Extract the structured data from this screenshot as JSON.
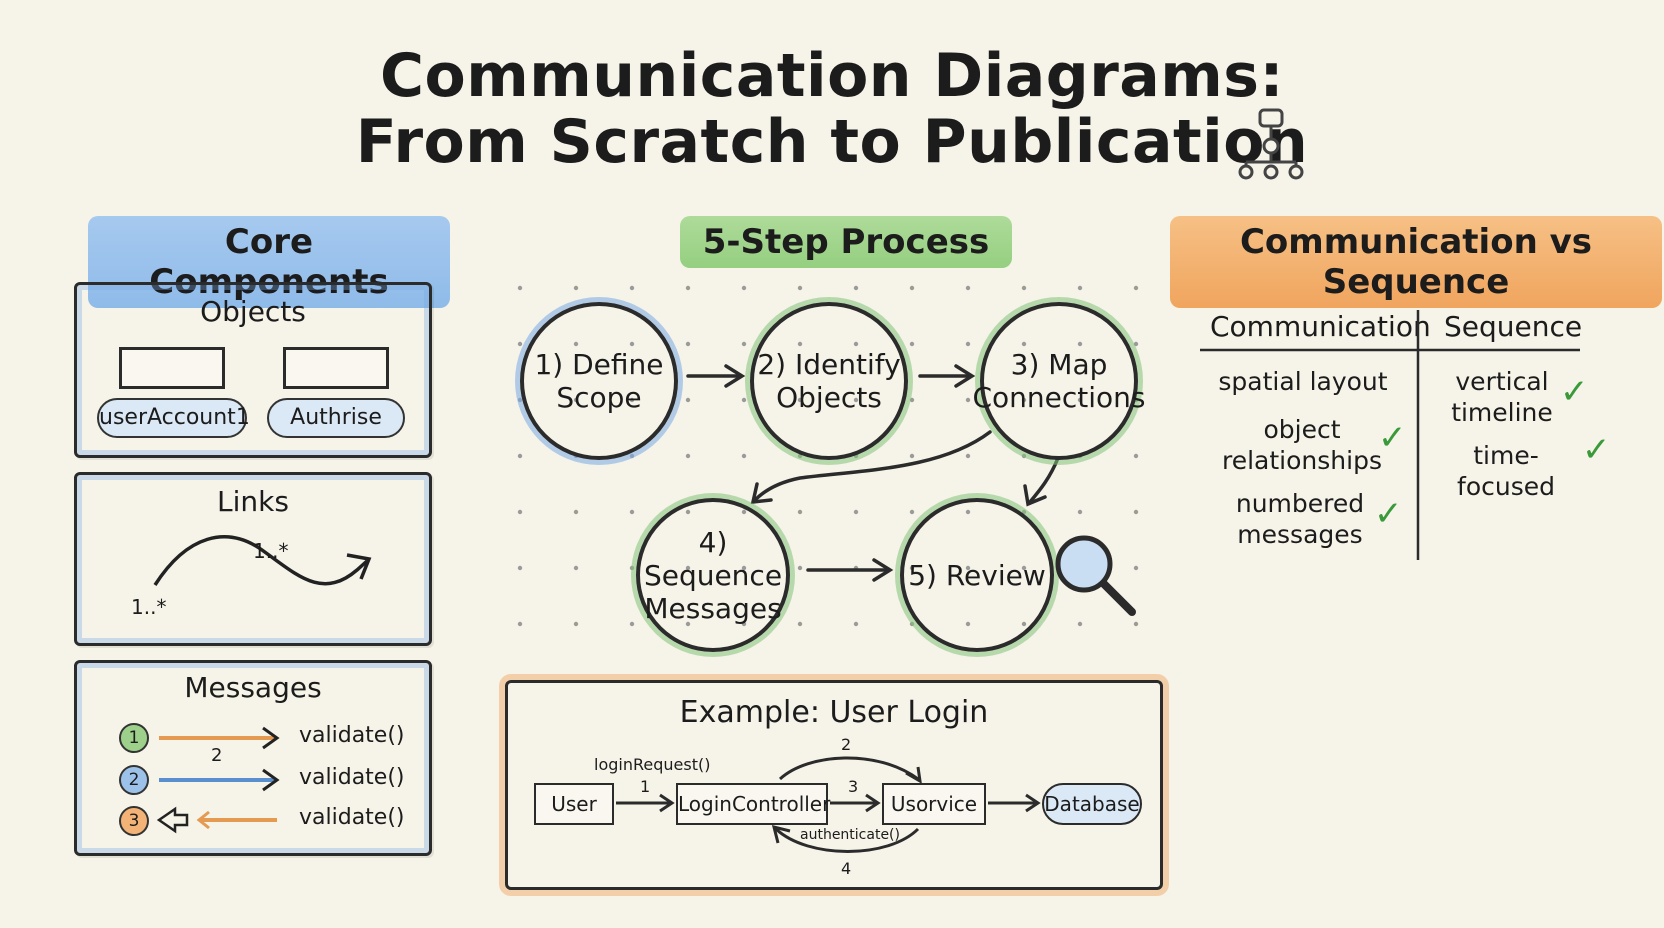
{
  "title": {
    "line1": "Communication Diagrams:",
    "line2": "From Scratch to Publication"
  },
  "icons": {
    "title_icon": "network-hierarchy-icon",
    "review_icon": "magnifier-icon"
  },
  "colors": {
    "blue": "#7fb1e6",
    "green": "#8ccc7a",
    "orange": "#f0a55e",
    "check": "#3a9a3a"
  },
  "core": {
    "heading": "Core Components",
    "objects": {
      "title": "Objects",
      "labels": [
        "userAccount1",
        "Authrise"
      ]
    },
    "links": {
      "title": "Links",
      "mult_start": "1..*",
      "mult_end": "1..*"
    },
    "messages": {
      "title": "Messages",
      "items": [
        {
          "num": "1",
          "label": "validate()",
          "over": ""
        },
        {
          "num": "2",
          "label": "validate()",
          "over": "2"
        },
        {
          "num": "3",
          "label": "validate()",
          "over": ""
        }
      ]
    }
  },
  "process": {
    "heading": "5-Step Process",
    "steps": [
      "1) Define Scope",
      "2) Identify Objects",
      "3) Map Connections",
      "4) Sequence Messages",
      "5) Review"
    ]
  },
  "example": {
    "title": "Example: User Login",
    "nodes": [
      "User",
      "LoginController",
      "Usorvice",
      "Database"
    ],
    "labels": {
      "login_request": "loginRequest()",
      "n1": "1",
      "n2": "2",
      "n3": "3",
      "n4": "4",
      "authenticate": "authenticate()"
    }
  },
  "comparison": {
    "heading": "Communication vs Sequence",
    "col1": {
      "title": "Communication",
      "items": [
        "spatial layout",
        "object relationships",
        "numbered messages"
      ]
    },
    "col2": {
      "title": "Sequence",
      "items": [
        "vertical timeline",
        "time-focused"
      ]
    }
  }
}
